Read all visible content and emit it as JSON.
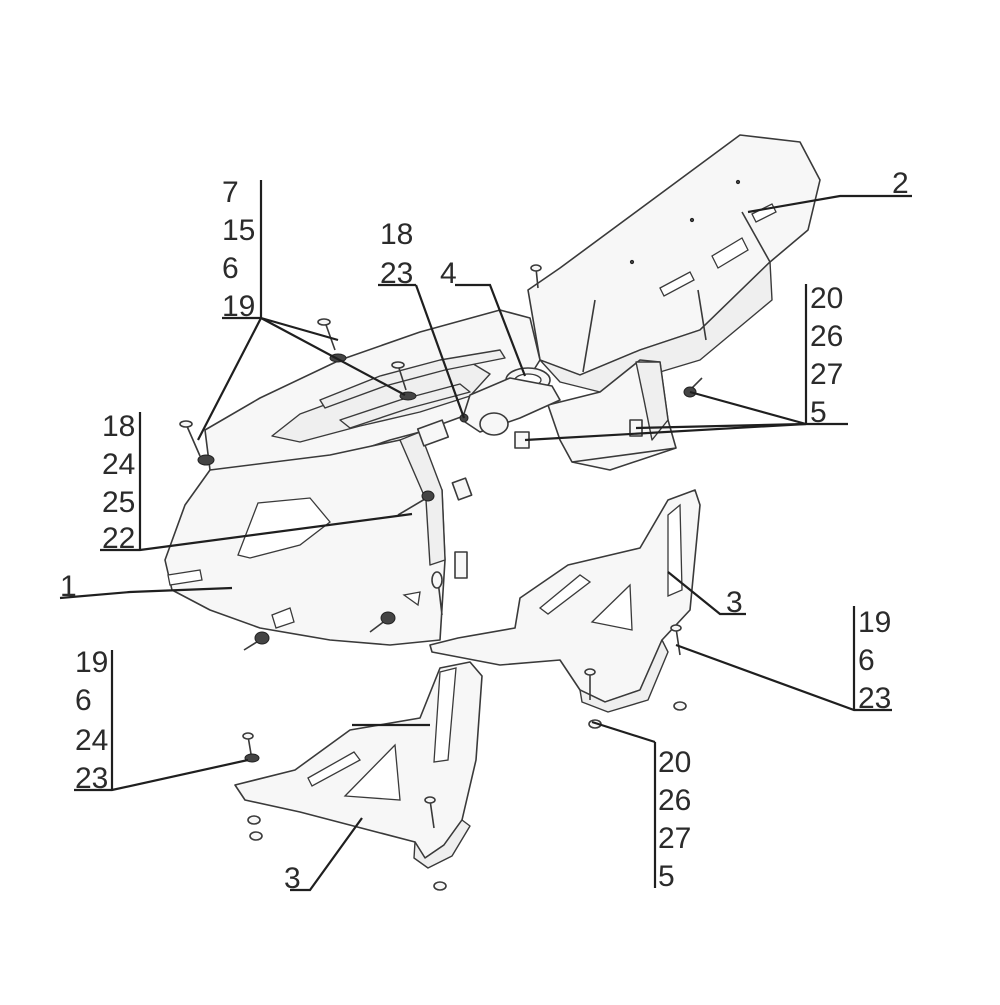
{
  "callouts": {
    "g_top_left": [
      "7",
      "15",
      "6",
      "19"
    ],
    "g_left_mid": [
      "18",
      "24",
      "25",
      "22"
    ],
    "g_center": [
      "18",
      "23"
    ],
    "part_4": "4",
    "part_2": "2",
    "g_right_upper": [
      "20",
      "26",
      "27",
      "5"
    ],
    "part_1": "1",
    "part_3_right": "3",
    "g_right_lower": [
      "19",
      "6",
      "23"
    ],
    "g_left_lower": [
      "19",
      "6",
      "24",
      "23"
    ],
    "g_bottom_right": [
      "20",
      "26",
      "27",
      "5"
    ],
    "part_3_bottom": "3"
  }
}
